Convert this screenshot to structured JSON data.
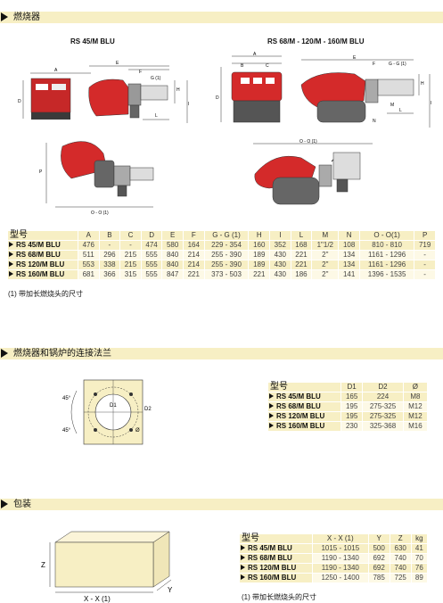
{
  "sections": {
    "burner": "燃烧器",
    "flange": "燃烧器和锅炉的连接法兰",
    "packaging": "包装"
  },
  "models": {
    "left": "RS 45/M BLU",
    "right": "RS 68/M - 120/M - 160/M BLU"
  },
  "dim_labels": {
    "A": "A",
    "B": "B",
    "C": "C",
    "D": "D",
    "E": "E",
    "F": "F",
    "G": "G (1)",
    "GG": "G - G (1)",
    "H": "H",
    "I": "I",
    "L": "L",
    "M": "M",
    "N": "N",
    "OO": "O - O (1)",
    "P": "P",
    "D1": "D1",
    "D2": "D2",
    "phi": "Ø",
    "deg45": "45°",
    "Z": "Z",
    "Y": "Y",
    "XX": "X - X (1)"
  },
  "dimensions_table": {
    "header": [
      "型号",
      "A",
      "B",
      "C",
      "D",
      "E",
      "F",
      "G - G (1)",
      "H",
      "I",
      "L",
      "M",
      "N",
      "O - O(1)",
      "P"
    ],
    "rows": [
      [
        "RS 45/M BLU",
        "476",
        "-",
        "-",
        "474",
        "580",
        "164",
        "229 - 354",
        "160",
        "352",
        "168",
        "1\"1/2",
        "108",
        "810 - 810",
        "719"
      ],
      [
        "RS 68/M BLU",
        "511",
        "296",
        "215",
        "555",
        "840",
        "214",
        "255 - 390",
        "189",
        "430",
        "221",
        "2\"",
        "134",
        "1161 - 1296",
        "-"
      ],
      [
        "RS 120/M BLU",
        "553",
        "338",
        "215",
        "555",
        "840",
        "214",
        "255 - 390",
        "189",
        "430",
        "221",
        "2\"",
        "134",
        "1161 - 1296",
        "-"
      ],
      [
        "RS 160/M BLU",
        "681",
        "366",
        "315",
        "555",
        "847",
        "221",
        "373 - 503",
        "221",
        "430",
        "186",
        "2\"",
        "141",
        "1396 - 1535",
        "-"
      ]
    ],
    "note": "(1) 带加长燃烧头的尺寸"
  },
  "flange_table": {
    "header": [
      "型号",
      "D1",
      "D2",
      "Ø"
    ],
    "rows": [
      [
        "RS 45/M BLU",
        "165",
        "224",
        "M8"
      ],
      [
        "RS 68/M BLU",
        "195",
        "275-325",
        "M12"
      ],
      [
        "RS 120/M BLU",
        "195",
        "275-325",
        "M12"
      ],
      [
        "RS 160/M BLU",
        "230",
        "325-368",
        "M16"
      ]
    ]
  },
  "package_table": {
    "header": [
      "型号",
      "X - X (1)",
      "Y",
      "Z",
      "kg"
    ],
    "rows": [
      [
        "RS 45/M BLU",
        "1015 - 1015",
        "500",
        "630",
        "41"
      ],
      [
        "RS 68/M BLU",
        "1190 - 1340",
        "692",
        "740",
        "70"
      ],
      [
        "RS 120/M BLU",
        "1190 - 1340",
        "692",
        "740",
        "76"
      ],
      [
        "RS 160/M BLU",
        "1250 - 1400",
        "785",
        "725",
        "89"
      ]
    ],
    "note": "(1) 带加长燃烧头的尺寸"
  },
  "colors": {
    "section_bg": "#f7efc4",
    "burner_red": "#d42a2a",
    "dark": "#2b2b2b"
  }
}
